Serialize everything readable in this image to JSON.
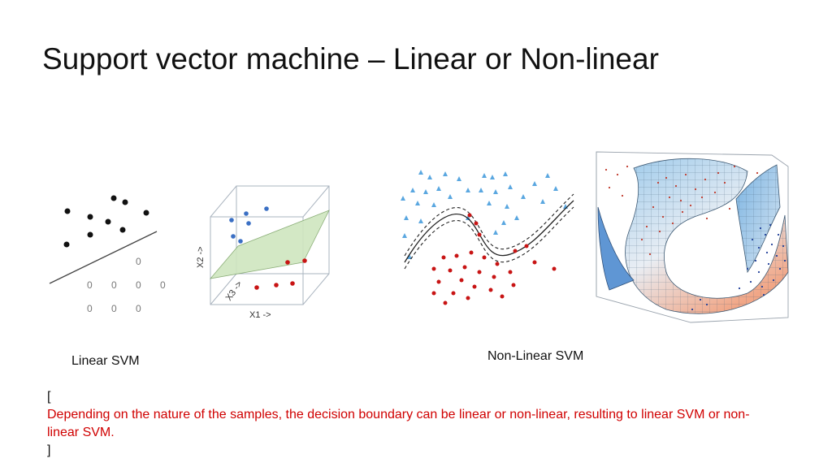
{
  "slide": {
    "title": "Support vector machine – Linear or Non-linear"
  },
  "figures": {
    "linear_2d": {
      "zero_glyph": "0"
    },
    "linear_3d": {
      "axis_x1": "X1 ->",
      "axis_x2": "X2 ->",
      "axis_x3": "X3 ->",
      "colors": {
        "class_a": "#3a6fc4",
        "class_b": "#c81414",
        "plane": "#cfe6bf"
      }
    },
    "nonlinear_2d": {
      "colors": {
        "triangles": "#5aa7e0",
        "dots": "#c81414"
      }
    },
    "nonlinear_3d": {
      "colors": {
        "surface": "#8ec2e8",
        "red_points": "#c0392b",
        "blue_points": "#1f3f99"
      }
    }
  },
  "labels": {
    "linear": "Linear SVM",
    "nonlinear": "Non-Linear SVM"
  },
  "note": {
    "open_bracket": "[",
    "text": "Depending on the nature of the samples, the decision boundary can be linear or non-linear, resulting to linear SVM or non-linear SVM.",
    "close_bracket": "]"
  }
}
